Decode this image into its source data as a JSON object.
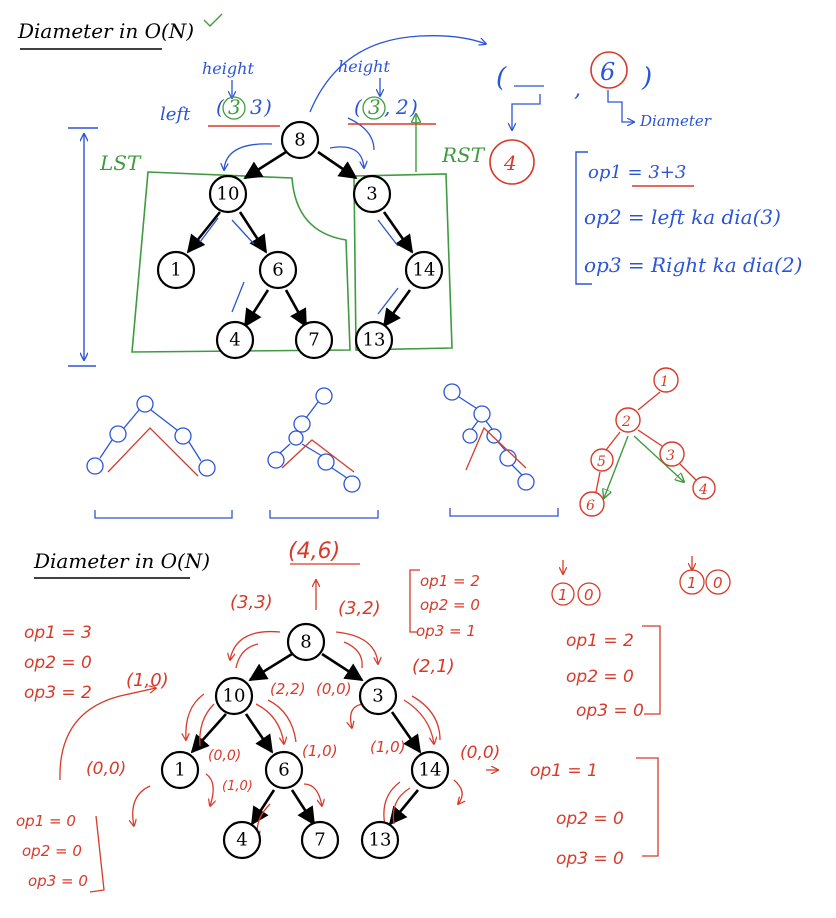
{
  "colors": {
    "ink": "#000000",
    "blue": "#2b55d6",
    "red": "#d83a2a",
    "green": "#3f9b3f"
  },
  "top": {
    "title": "Diameter in O(N)",
    "tree_nodes": [
      "8",
      "10",
      "3",
      "1",
      "6",
      "14",
      "4",
      "7",
      "13"
    ],
    "label_left": "left",
    "label_height_1": "height",
    "label_height_2": "height",
    "pair_left_a": "3",
    "pair_left_b": "3",
    "pair_right_a": "3",
    "pair_right_b": "2",
    "lst": "LST",
    "rst": "RST",
    "result_value": "6",
    "result_left": "4",
    "diameter_label": "Diameter",
    "op1": "op1 = 3+3",
    "op2": "op2 = left ka dia(3)",
    "op3": "op3 = Right ka dia(2)"
  },
  "middle": {
    "red_tree_nodes": [
      "1",
      "2",
      "5",
      "3",
      "6",
      "4"
    ]
  },
  "bottom": {
    "title": "Diameter in O(N)",
    "tree_nodes": [
      "8",
      "10",
      "3",
      "1",
      "6",
      "14",
      "4",
      "7",
      "13"
    ],
    "root_pair": "(4,6)",
    "pair_10": "(3,3)",
    "pair_3": "(3,2)",
    "pair_10_node": "(1,0)",
    "pair_6_up": "(2,2)",
    "pair_00a": "(0,0)",
    "pair_21": "(2,1)",
    "pair_1_left": "(0,0)",
    "pair_1_right": "(0,0)",
    "pair_6_left": "(1,0)",
    "pair_6_right": "(1,0)",
    "pair_14_left": "(1,0)",
    "pair_14_right": "(0,0)",
    "left_ops": [
      "op1 = 3",
      "op2 = 0",
      "op3 = 2"
    ],
    "ops_3": [
      "op1 = 2",
      "op2 = 0",
      "op3 = 1"
    ],
    "ops_1": [
      "op1 = 0",
      "op2 = 0",
      "op3 = 0"
    ],
    "leaf_pair_a": [
      "1",
      "0"
    ],
    "leaf_pair_b": [
      "1",
      "0"
    ],
    "right_ops_1": [
      "op1 = 2",
      "op2 = 0",
      "op3 = 0"
    ],
    "right_ops_2": [
      "op1 = 1",
      "op2 = 0",
      "op3 = 0"
    ]
  }
}
